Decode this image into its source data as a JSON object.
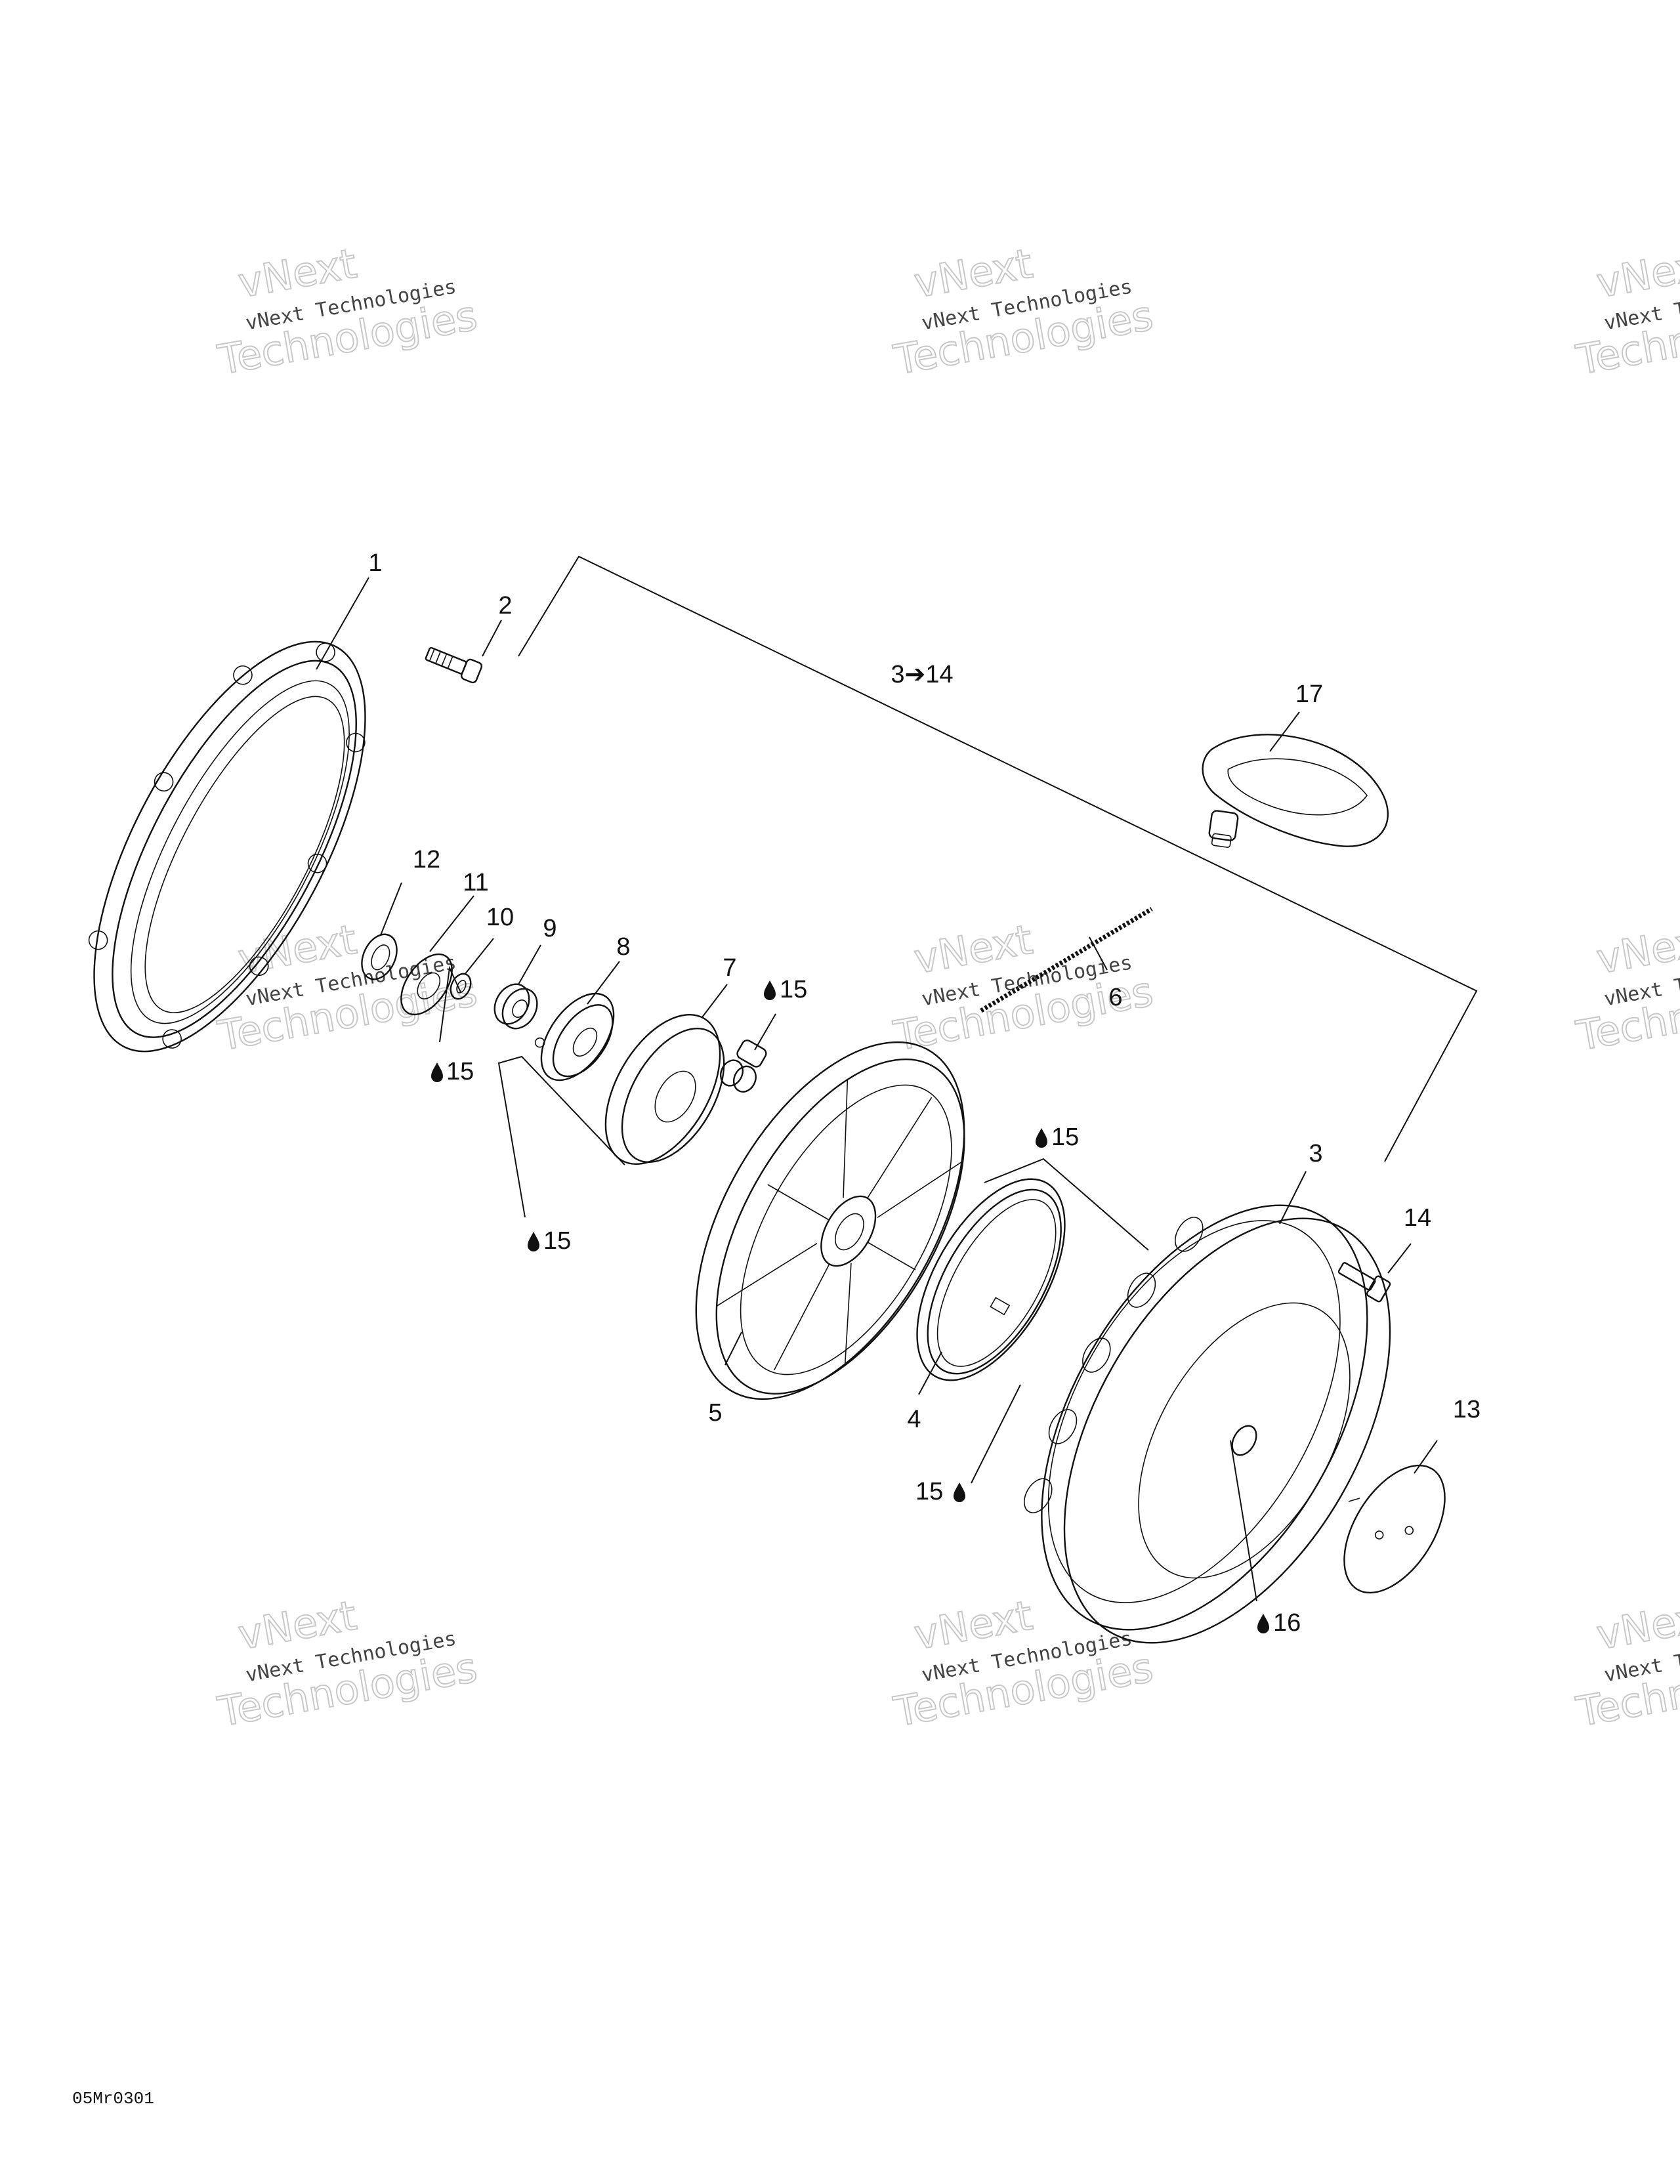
{
  "watermark": {
    "line1": "vNext",
    "line2": "vNext Technologies",
    "line3": "Technologies"
  },
  "figure_code": "05Mr0301",
  "callouts": {
    "p1": "1",
    "p2": "2",
    "p3_14": "3➔14",
    "p17": "17",
    "p12": "12",
    "p11": "11",
    "p10": "10",
    "p9": "9",
    "p8": "8",
    "p7": "7",
    "p15_a": "15",
    "p6": "6",
    "p15_b": "15",
    "p15_c": "15",
    "p15_d": "15",
    "p3": "3",
    "p14": "14",
    "p5": "5",
    "p4": "4",
    "p13": "13",
    "p15_e": "15",
    "p16": "16"
  },
  "icons": {
    "lubricant": "oil-drop-icon"
  }
}
